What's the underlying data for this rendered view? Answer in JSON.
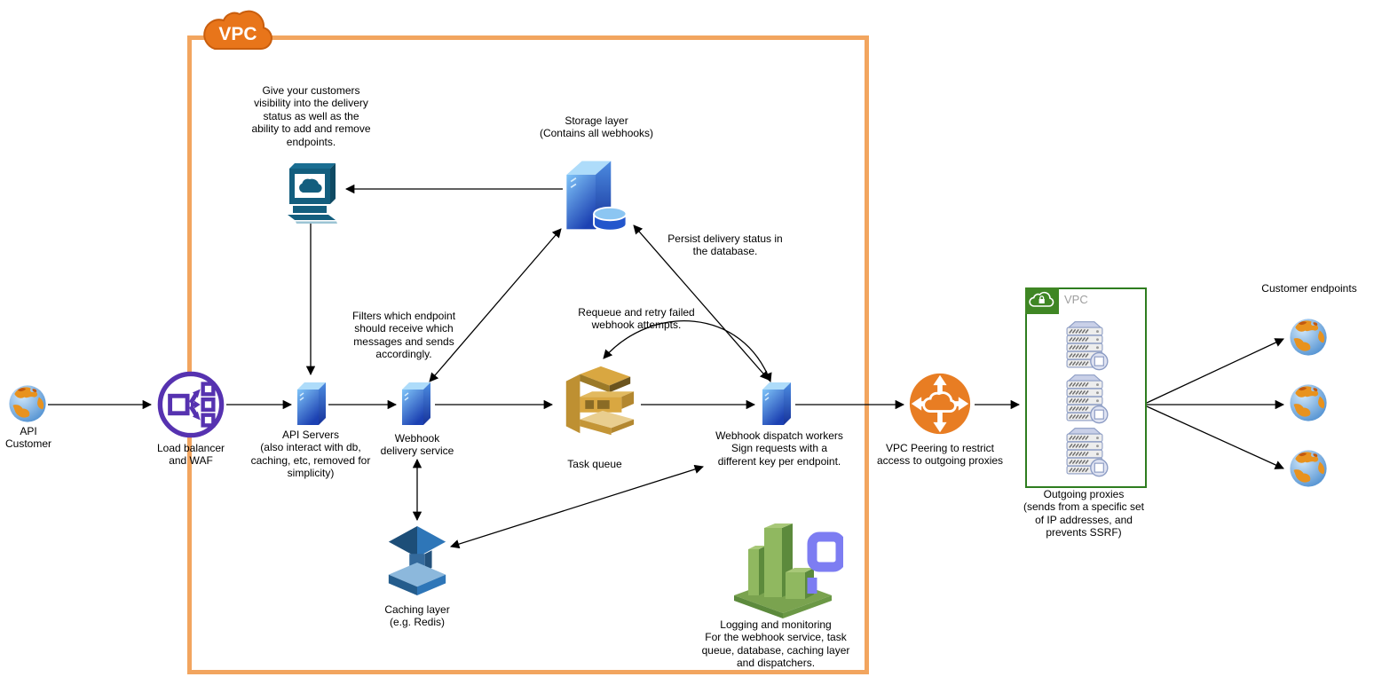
{
  "colors": {
    "vpc_border": "#F2A55F",
    "vpc_cloud": "#E8751A",
    "green_vpc_border": "#2E7D1F",
    "green_badge": "#3F8624",
    "lb_purple": "#5632B0",
    "peering_orange": "#E87D23",
    "queue_gold": "#D9A741",
    "console_teal": "#135E7E",
    "logging_purple": "#7D7DF2"
  },
  "vpc_box": {
    "label": "VPC"
  },
  "green_vpc_box": {
    "label": "VPC"
  },
  "nodes": {
    "api_customer": "API\nCustomer",
    "load_balancer": "Load balancer\nand WAF",
    "api_servers": "API Servers\n(also interact with db,\ncaching, etc, removed for\nsimplicity)",
    "webhook_delivery_service": "Webhook\ndelivery service",
    "task_queue": "Task queue",
    "storage_layer": "Storage layer\n(Contains all webhooks)",
    "caching_layer": "Caching layer\n(e.g. Redis)",
    "dispatch_workers": "Webhook dispatch workers\nSign requests with a\ndifferent key per endpoint.",
    "vpc_peering": "VPC Peering to restrict\naccess to outgoing proxies",
    "outgoing_proxies": "Outgoing proxies\n(sends from a specific set\nof IP addresses, and\nprevents SSRF)",
    "customer_endpoints": "Customer endpoints",
    "logging_monitoring": "Logging and monitoring\nFor the webhook service, task\nqueue, database, caching layer\nand dispatchers."
  },
  "annotations": {
    "customer_visibility": "Give your customers\nvisibility into the delivery\nstatus as well as the\nability to add and remove\nendpoints.",
    "filters": "Filters which endpoint\nshould receive which\nmessages and sends\naccordingly.",
    "persist": "Persist delivery status in\nthe database.",
    "requeue": "Requeue and retry failed\nwebhook attempts."
  },
  "icons": {
    "api_customer": "globe-icon",
    "load_balancer": "load-balancer-icon",
    "api_servers": "server-icon",
    "webhook_delivery_service": "server-icon",
    "task_queue": "queue-icon",
    "storage_layer": "database-server-icon",
    "caching_layer": "cache-icon",
    "dispatch_workers": "server-icon",
    "vpc_peering": "vpc-peering-icon",
    "outgoing_proxies": "server-rack-icon",
    "customer_endpoints": "globe-icon",
    "logging_monitoring": "buildings-icon",
    "customer_console": "terminal-icon",
    "vpc_badge": "cloud-lock-icon",
    "vpc_cloud": "cloud-icon"
  }
}
